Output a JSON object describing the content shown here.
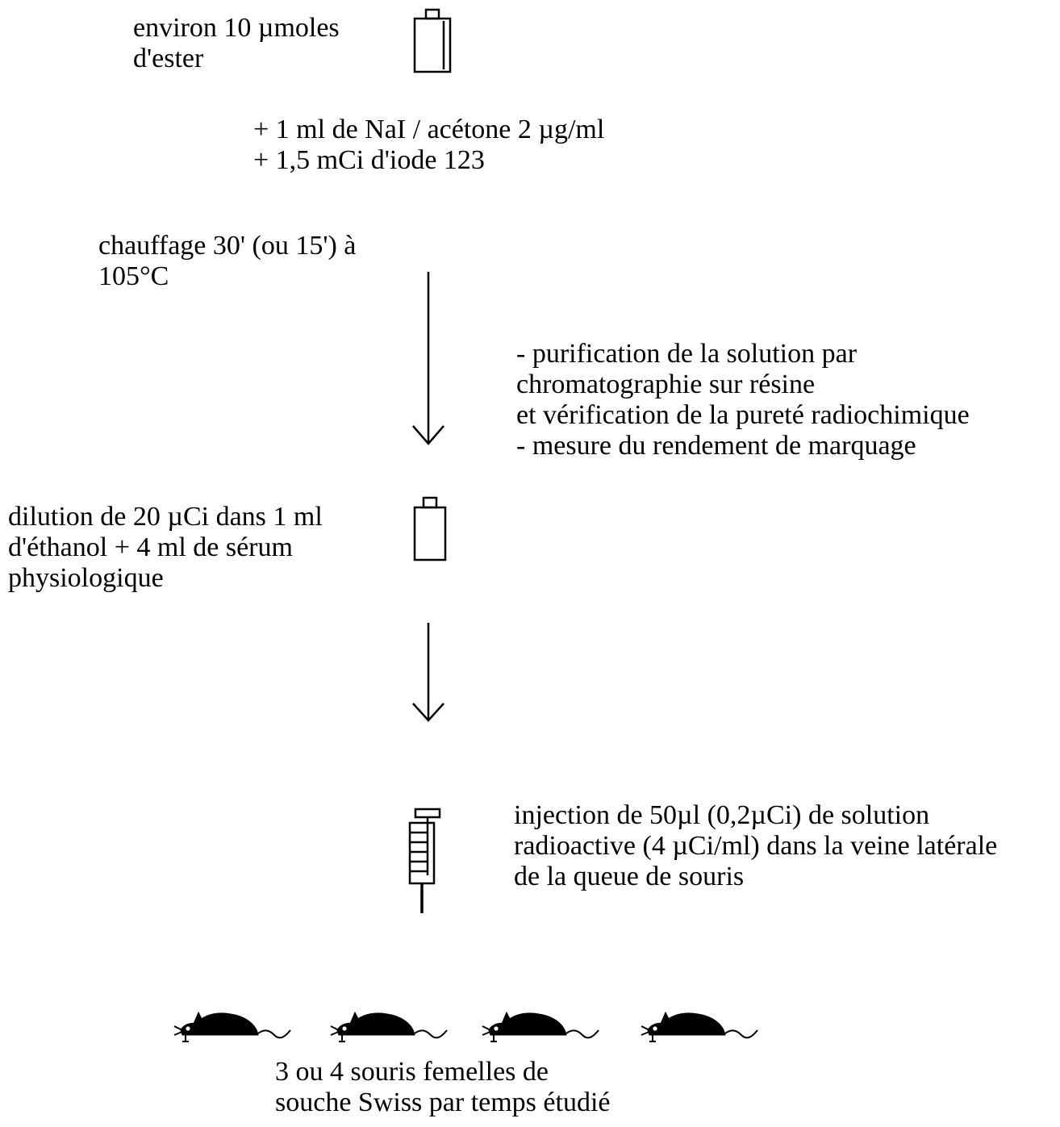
{
  "steps": {
    "ester": [
      "environ 10 µmoles",
      "d'ester"
    ],
    "reagents": [
      "+ 1 ml de NaI / acétone 2 µg/ml",
      "+ 1,5 mCi d'iode 123"
    ],
    "heating": [
      "chauffage 30' (ou 15') à",
      "105°C"
    ],
    "purification": [
      "-  purification de la solution  par",
      "chromatographie sur résine",
      " et vérification de la pureté radiochimique",
      "-  mesure du rendement de marquage"
    ],
    "dilution": [
      "dilution de 20 µCi dans 1 ml",
      "d'éthanol + 4 ml de sérum",
      "physiologique"
    ],
    "injection": [
      "injection de 50µl  (0,2µCi) de solution",
      "radioactive (4 µCi/ml) dans la veine latérale",
      "de la queue de souris"
    ],
    "mice": [
      "3 ou 4 souris femelles de",
      "souche Swiss par temps étudié"
    ]
  },
  "icons": [
    "vial-icon",
    "vial-icon",
    "syringe-icon",
    "mouse-icon",
    "mouse-icon",
    "mouse-icon",
    "mouse-icon"
  ]
}
